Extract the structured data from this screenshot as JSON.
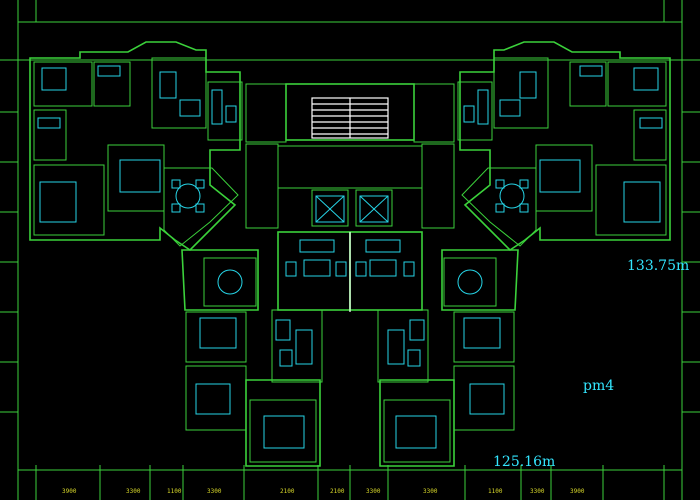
{
  "colors": {
    "background": "#000000",
    "grid": "#3bd13b",
    "wall": "#ffffff",
    "furniture": "#26d4e6",
    "dimension": "#d9d92a"
  },
  "labels": {
    "area_upper": "133.75m",
    "area_lower": "125.16m",
    "plan_code": "pm4"
  },
  "bottom_dimensions": [
    "3900",
    "3300",
    "1100",
    "3300",
    "2100",
    "2100",
    "3300",
    "3300",
    "1100",
    "3300",
    "3900"
  ]
}
